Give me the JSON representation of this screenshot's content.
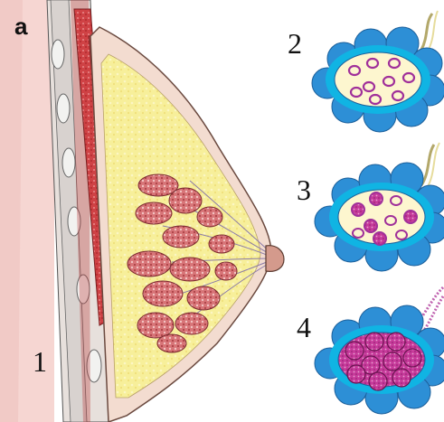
{
  "figure": {
    "panel_label": "a",
    "stage_labels": [
      "1",
      "2",
      "3",
      "4"
    ]
  },
  "colors": {
    "skin": "#f6d6d2",
    "fat": "#f7ef9a",
    "muscle": "#c8383a",
    "lobule": "#d9767a",
    "acinus_blue": "#2d8fd6",
    "acinus_cyan": "#10b4e3",
    "acinus_fill": "#fdf6cf",
    "magenta": "#c63a9a",
    "outline": "#4a3a3a"
  }
}
